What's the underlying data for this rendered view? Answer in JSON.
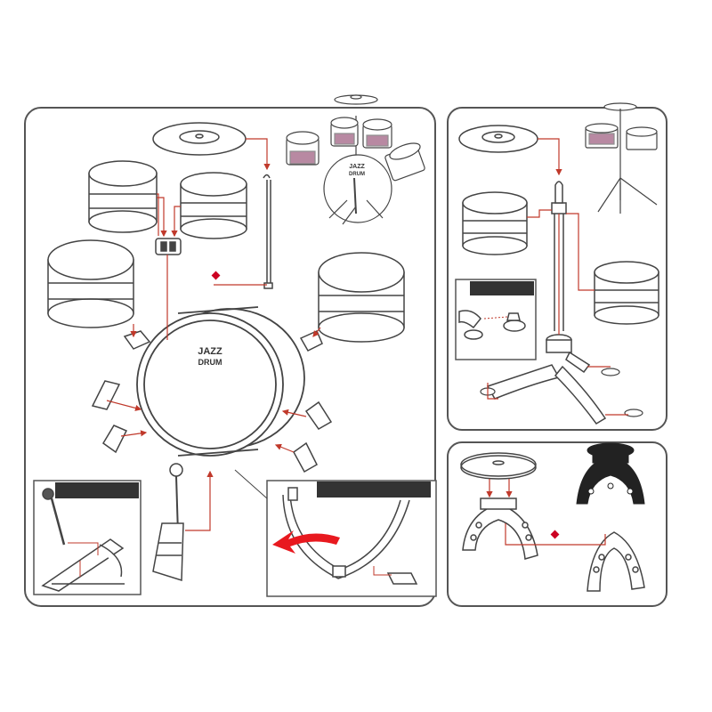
{
  "diagram": {
    "kick_drum_logo": {
      "line1": "JAZZ",
      "line2": "DRUM"
    },
    "mini_kit_logo": {
      "line1": "JAZZ",
      "line2": "DRUM"
    }
  },
  "colors": {
    "outline": "#444444",
    "panel_border": "#555555",
    "connector": "#c0392b",
    "marker": "#cc0022",
    "arrow": "#e8191f",
    "label_bar": "#333333",
    "stool_seat": "#222222",
    "mini_drum_print": "#8a3b66"
  }
}
